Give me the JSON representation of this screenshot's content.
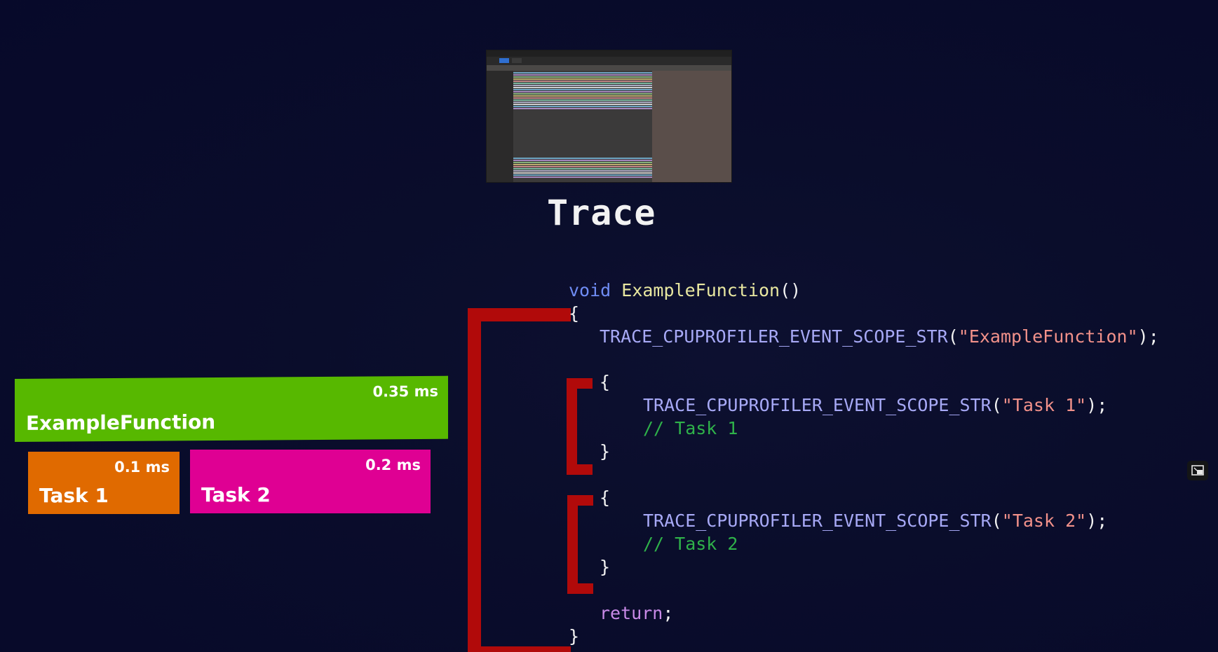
{
  "title": "Trace",
  "bars": {
    "example": {
      "name": "ExampleFunction",
      "time": "0.35 ms",
      "color": "#57b800"
    },
    "task1": {
      "name": "Task 1",
      "time": "0.1 ms",
      "color": "#e06a00"
    },
    "task2": {
      "name": "Task 2",
      "time": "0.2 ms",
      "color": "#df0093"
    }
  },
  "code": {
    "line1_kw": "void",
    "line1_fn": "ExampleFunction",
    "line1_paren": "()",
    "open_brace": "{",
    "close_brace": "}",
    "macro": "TRACE_CPUPROFILER_EVENT_SCOPE_STR",
    "str_example": "\"ExampleFunction\"",
    "str_task1": "\"Task 1\"",
    "str_task2": "\"Task 2\"",
    "open_paren": "(",
    "close_paren_semicolon": ");",
    "comment_task1": "// Task 1",
    "comment_task2": "// Task 2",
    "return_kw": "return",
    "semicolon": ";"
  },
  "icons": {
    "pip": "picture-in-picture-icon"
  },
  "colors": {
    "background": "#0a0d2b",
    "bracket": "#b10a0a"
  }
}
